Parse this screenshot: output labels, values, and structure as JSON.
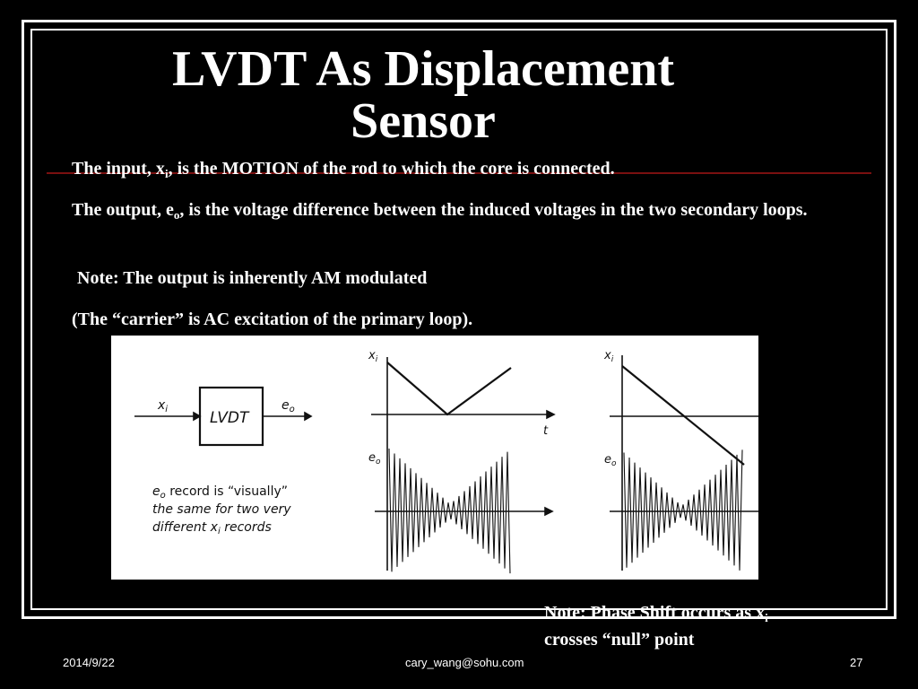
{
  "slide": {
    "title_line1": "LVDT As Displacement",
    "title_line2": "Sensor",
    "p1": {
      "a": "The input, x",
      "sub": "i",
      "b": ", is the MOTION of the rod to which the core is connected."
    },
    "p2": {
      "a": "The output, e",
      "sub": "o",
      "b": ", is the voltage difference between the  induced voltages in the two secondary loops."
    },
    "p3": "Note: The output is inherently AM modulated",
    "p4": "(The “carrier” is AC excitation of the primary loop).",
    "note": {
      "a": "Note: Phase Shift occurs as x",
      "sub": "i",
      "b": "crosses “null” point"
    }
  },
  "figure": {
    "input_label": "x",
    "input_sub": "i",
    "block_label": "LVDT",
    "output_label": "e",
    "output_sub": "o",
    "caption_line1_pre": "e",
    "caption_line1_sub": "o",
    "caption_line1_post": " record is “visually”",
    "caption_line2": "the same for two very",
    "caption_line3_pre": "different  x",
    "caption_line3_sub": "i",
    "caption_line3_post": " records",
    "graph1_top_label": "x",
    "graph1_top_sub": "i",
    "graph1_time_label": "t",
    "graph1_bottom_label": "e",
    "graph1_bottom_sub": "o",
    "graph2_top_label": "x",
    "graph2_top_sub": "i",
    "graph2_bottom_label": "e",
    "graph2_bottom_sub": "o"
  },
  "footer": {
    "date": "2014/9/22",
    "email": "cary_wang@sohu.com",
    "page": "27"
  }
}
